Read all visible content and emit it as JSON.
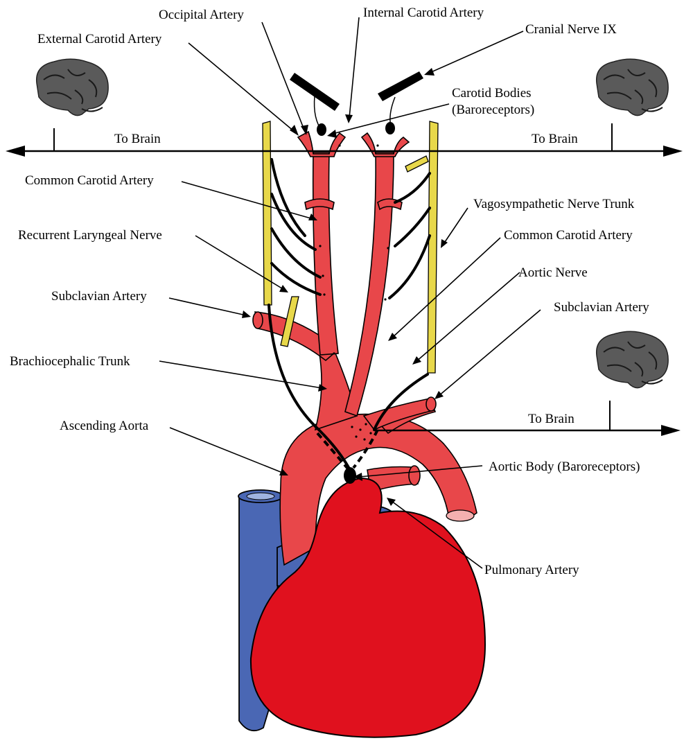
{
  "labels": {
    "occipital_artery": "Occipital Artery",
    "internal_carotid_artery": "Internal Carotid Artery",
    "cranial_nerve_ix": "Cranial Nerve IX",
    "external_carotid_artery": "External Carotid Artery",
    "carotid_bodies_line1": "Carotid Bodies",
    "carotid_bodies_line2": "(Baroreceptors)",
    "to_brain_left": "To Brain",
    "to_brain_right": "To Brain",
    "to_brain_lower": "To Brain",
    "common_carotid_artery_left": "Common Carotid Artery",
    "vagosympathetic_nerve_trunk": "Vagosympathetic Nerve Trunk",
    "common_carotid_artery_right": "Common Carotid Artery",
    "recurrent_laryngeal_nerve": "Recurrent Laryngeal Nerve",
    "aortic_nerve": "Aortic Nerve",
    "subclavian_artery_left": "Subclavian Artery",
    "subclavian_artery_right": "Subclavian Artery",
    "brachiocephalic_trunk": "Brachiocephalic Trunk",
    "ascending_aorta": "Ascending Aorta",
    "aortic_body": "Aortic Body (Baroreceptors)",
    "pulmonary_artery": "Pulmonary Artery"
  },
  "colors": {
    "artery": "#e8474a",
    "heart": "#e0111e",
    "vein": "#4a67b4",
    "nerve_sheath": "#e8d84a",
    "brain": "#555555"
  },
  "icons": [
    "brain-icon-left",
    "brain-icon-right",
    "brain-icon-lower"
  ]
}
